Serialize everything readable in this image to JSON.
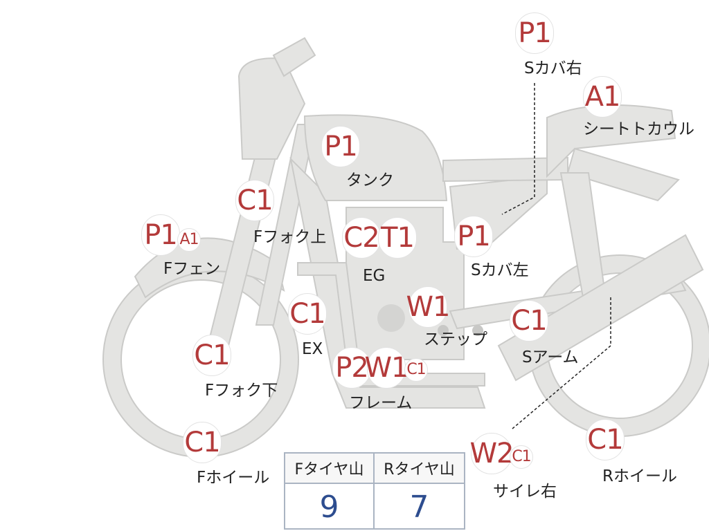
{
  "parts": {
    "s_cover_right": {
      "code": "P1",
      "label": "Sカバ右"
    },
    "seat_cowl": {
      "code": "A1",
      "label": "シートトカウル"
    },
    "tank": {
      "code": "P1",
      "label": "タンク"
    },
    "f_fork_upper": {
      "code": "C1",
      "label": "Fフォク上"
    },
    "f_fender": {
      "code": "P1",
      "code2": "A1",
      "label": "Fフェン"
    },
    "engine": {
      "code": "C2",
      "code2": "T1",
      "label": "EG"
    },
    "s_cover_left": {
      "code": "P1",
      "label": "Sカバ左"
    },
    "exhaust": {
      "code": "C1",
      "label": "EX"
    },
    "step": {
      "code": "W1",
      "label": "ステップ"
    },
    "swing_arm": {
      "code": "C1",
      "label": "Sアーム"
    },
    "f_fork_lower": {
      "code": "C1",
      "label": "Fフォク下"
    },
    "frame": {
      "code": "P2",
      "code2": "W1",
      "code3": "C1",
      "label": "フレーム"
    },
    "f_wheel": {
      "code": "C1",
      "label": "Fホイール"
    },
    "silencer_right": {
      "code": "W2",
      "code2": "C1",
      "label": "サイレ右"
    },
    "r_wheel": {
      "code": "C1",
      "label": "Rホイール"
    }
  },
  "tyre_table": {
    "f_header": "Fタイヤ山",
    "r_header": "Rタイヤ山",
    "f_value": "9",
    "r_value": "7"
  },
  "colors": {
    "silhouette_fill": "#e4e4e2",
    "silhouette_stroke": "#cacac8",
    "code_text": "#b33a3a",
    "table_value": "#2d4d8f"
  }
}
